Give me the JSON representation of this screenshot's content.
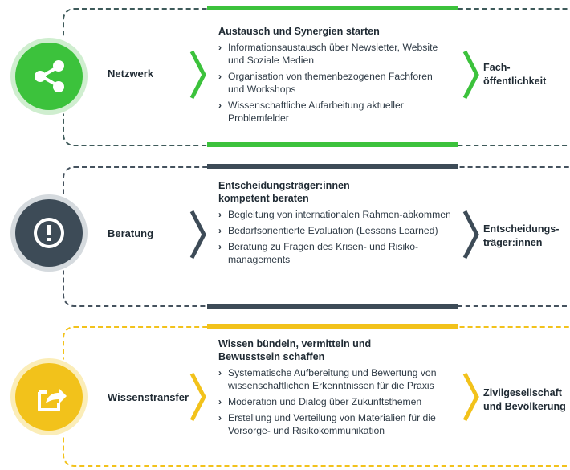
{
  "colors": {
    "green": "#3cc23c",
    "slate": "#3d4b57",
    "yellow": "#f2c21b",
    "green_frame": "#3e5a5a",
    "slate_frame": "#45525e",
    "yellow_frame": "#f2c21b"
  },
  "rows": [
    {
      "label": "Netzwerk",
      "icon": "share-icon",
      "heading": "Austausch und Synergien starten",
      "items": [
        "Informationsaustausch über Newsletter, Website und Soziale Medien",
        "Organisation von themenbezogenen Fachforen und Workshops",
        "Wissenschaftliche Aufarbeitung aktueller Problemfelder"
      ],
      "target": [
        "Fach-",
        "öffentlichkeit"
      ]
    },
    {
      "label": "Beratung",
      "icon": "exclamation-icon",
      "heading": "Entscheidungsträger:innen kompetent beraten",
      "items": [
        "Begleitung von internationalen Rahmen-abkommen",
        "Bedarfsorientierte Evaluation (Lessons Learned)",
        "Beratung zu Fragen des Krisen- und Risiko-managements"
      ],
      "target": [
        "Entscheidungs-",
        "träger:innen"
      ]
    },
    {
      "label": "Wissenstransfer",
      "icon": "forward-share-icon",
      "heading": "Wissen bündeln, vermitteln und Bewusstsein schaffen",
      "items": [
        "Systematische Aufbereitung und Bewertung von wissenschaftlichen Erkenntnissen für die Praxis",
        "Moderation und Dialog über Zukunftsthemen",
        "Erstellung und Verteilung von Materialien für die Vorsorge- und Risikokommunikation"
      ],
      "target": [
        "Zivilgesellschaft",
        "und Bevölkerung"
      ]
    }
  ]
}
